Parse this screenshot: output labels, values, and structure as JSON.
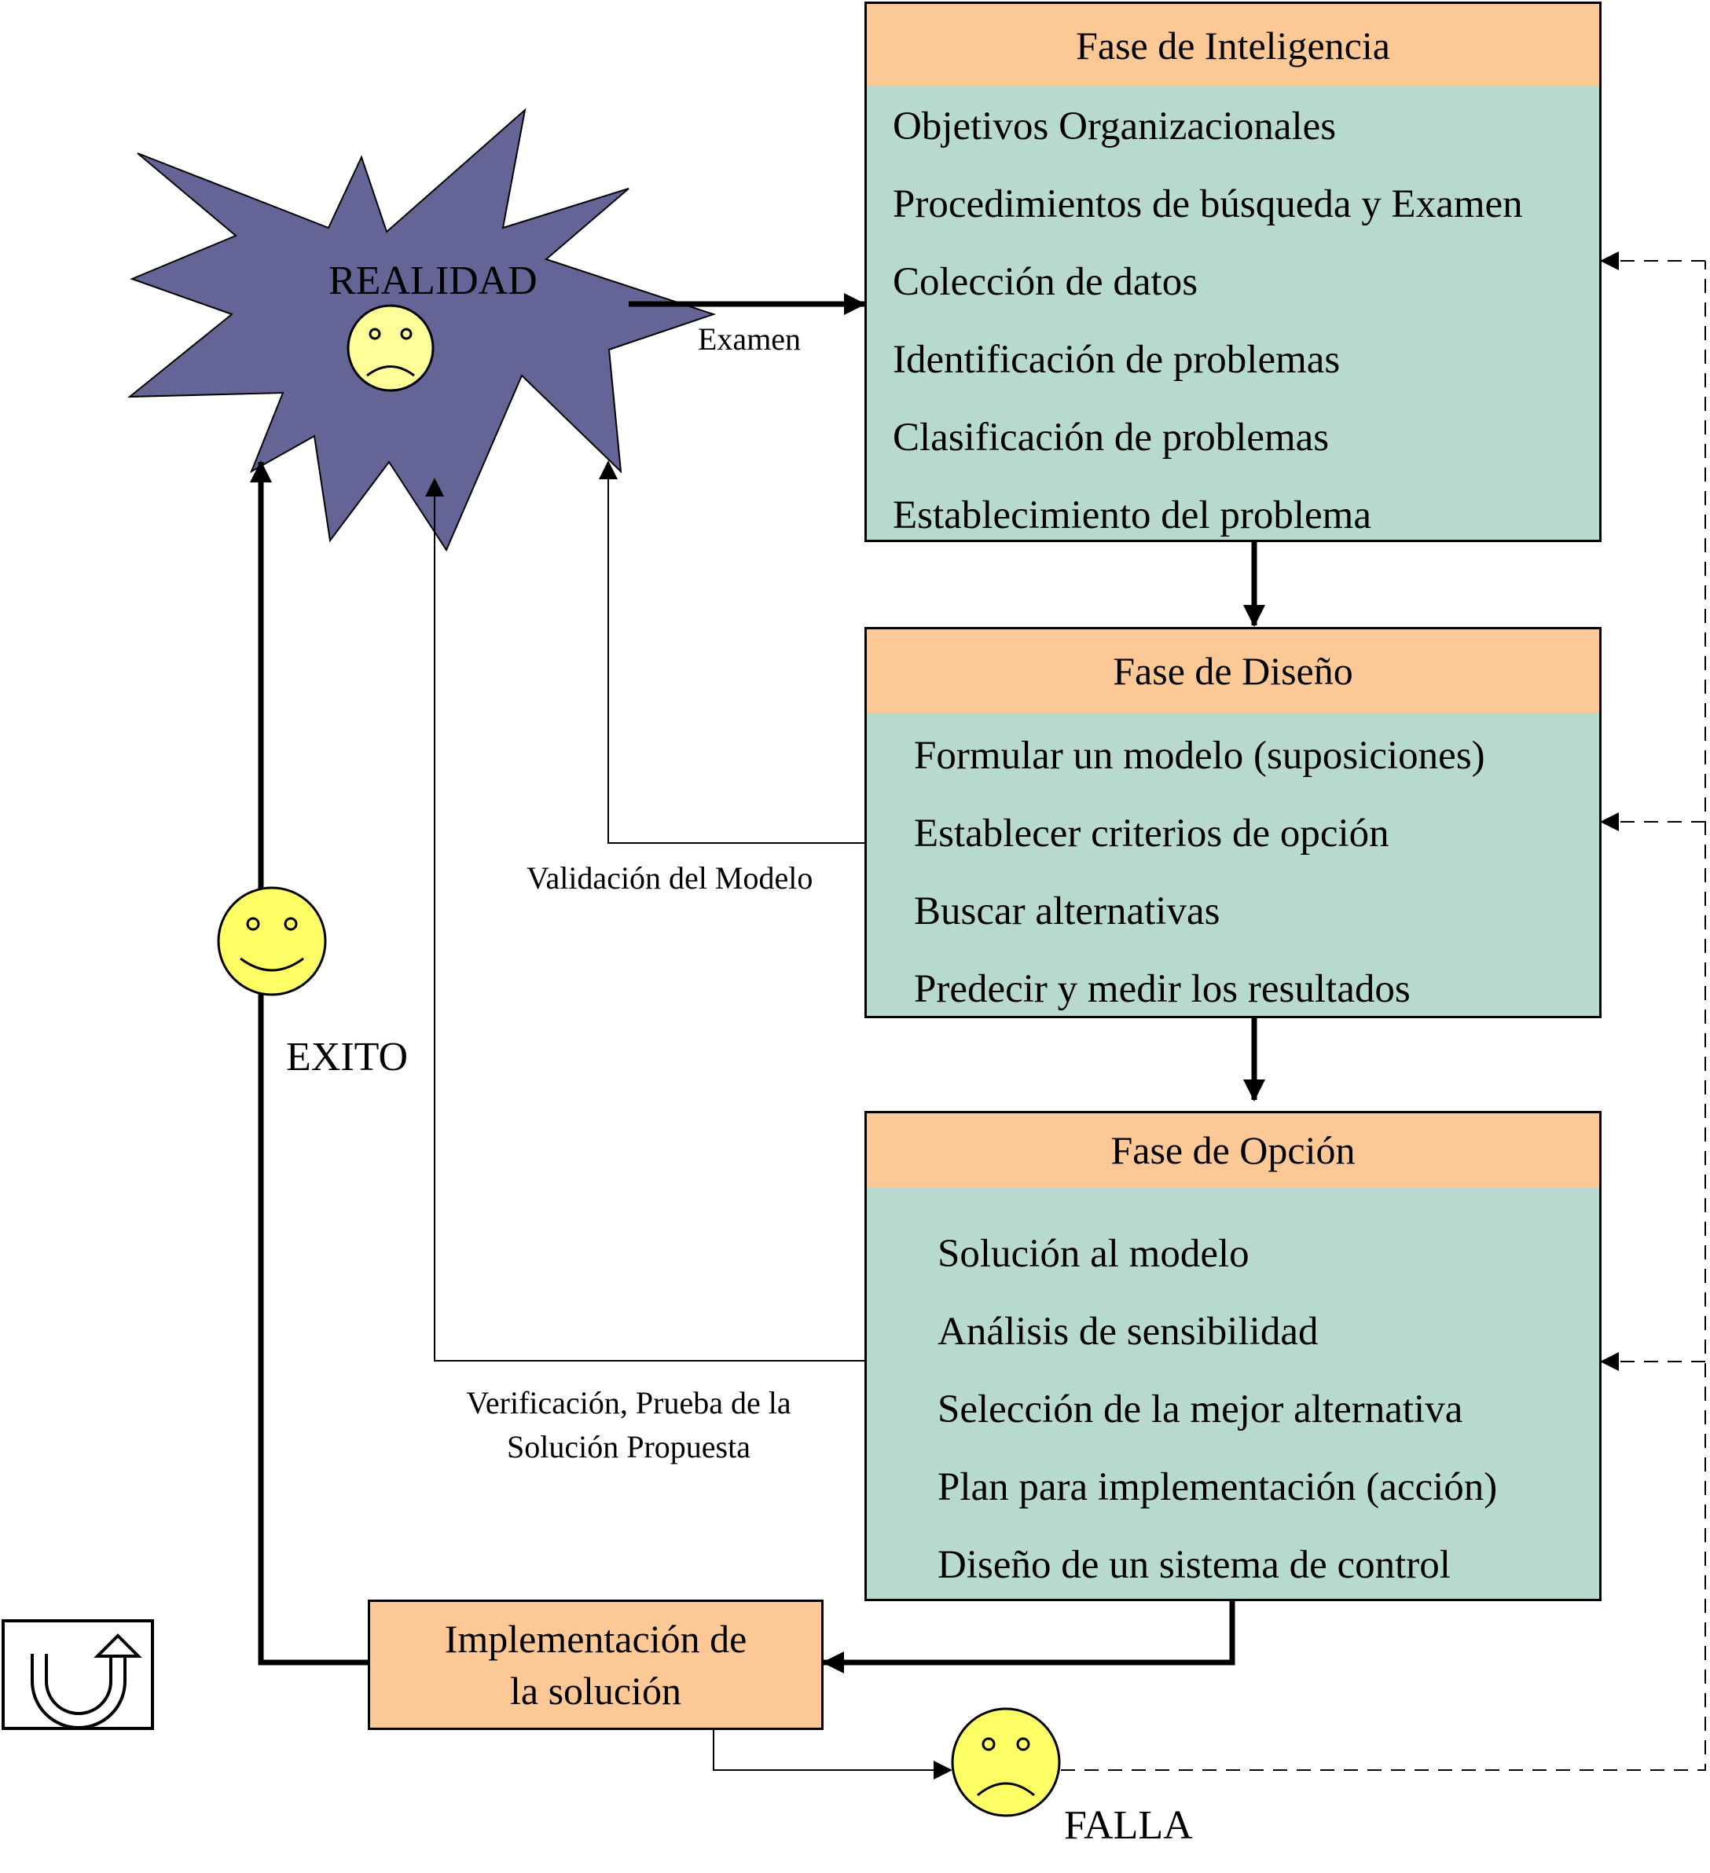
{
  "reality": {
    "label": "REALIDAD"
  },
  "edge_labels": {
    "examen": "Examen",
    "validacion": "Validación del Modelo",
    "verificacion_line1": "Verificación, Prueba  de la",
    "verificacion_line2": "Solución  Propuesta",
    "exito": "EXITO",
    "falla": "FALLA"
  },
  "phases": {
    "inteligencia": {
      "title": "Fase de Inteligencia",
      "items": [
        "Objetivos Organizacionales",
        "Procedimientos de búsqueda y Examen",
        "Colección de datos",
        "Identificación de problemas",
        "Clasificación de problemas",
        "Establecimiento del problema"
      ]
    },
    "diseno": {
      "title": "Fase de Diseño",
      "items": [
        "Formular un modelo (suposiciones)",
        "Establecer criterios de opción",
        "Buscar alternativas",
        "Predecir y medir los resultados"
      ]
    },
    "opcion": {
      "title": "Fase de Opción",
      "items": [
        "Solución al modelo",
        "Análisis de sensibilidad",
        "Selección de la mejor alternativa",
        "Plan para implementación (acción)",
        "Diseño de un sistema de control"
      ]
    }
  },
  "implementation": {
    "line1": "Implementación de",
    "line2": "la solución"
  },
  "colors": {
    "header": "#fcc896",
    "body": "#b8d9ce",
    "star": "#646496",
    "smiley": "#ffff66"
  },
  "icons": [
    "happy-face-icon",
    "sad-face-icon",
    "u-turn-icon"
  ]
}
